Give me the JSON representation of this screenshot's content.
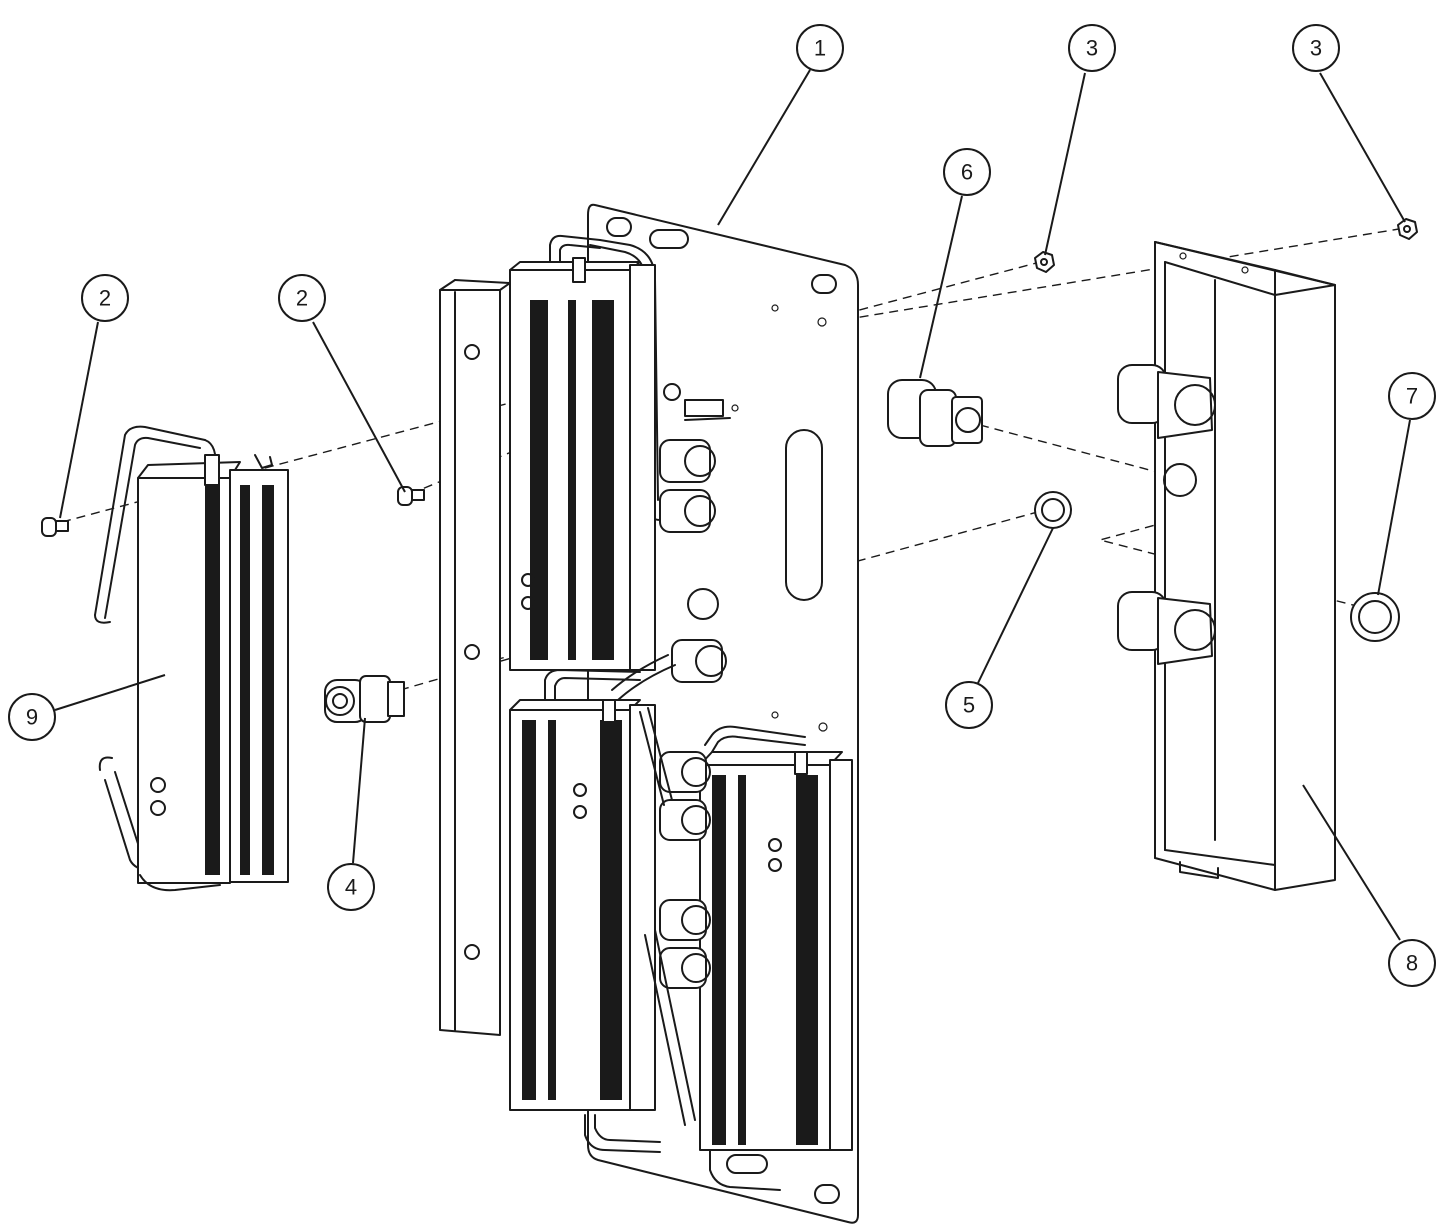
{
  "diagram": {
    "callouts": [
      {
        "id": "c1",
        "label": "1"
      },
      {
        "id": "c2a",
        "label": "2"
      },
      {
        "id": "c2b",
        "label": "2"
      },
      {
        "id": "c3a",
        "label": "3"
      },
      {
        "id": "c3b",
        "label": "3"
      },
      {
        "id": "c4",
        "label": "4"
      },
      {
        "id": "c5",
        "label": "5"
      },
      {
        "id": "c6",
        "label": "6"
      },
      {
        "id": "c7",
        "label": "7"
      },
      {
        "id": "c8",
        "label": "8"
      },
      {
        "id": "c9",
        "label": "9"
      }
    ],
    "colors": {
      "line": "#1a1a1a",
      "background": "#ffffff"
    }
  }
}
